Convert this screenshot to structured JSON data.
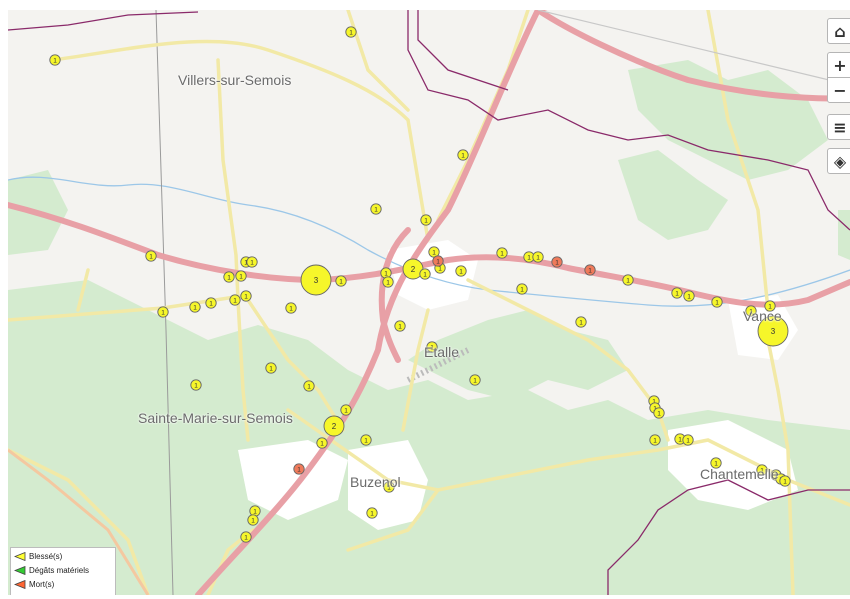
{
  "places": {
    "villers": "Villers-sur-Semois",
    "etalle": "Etalle",
    "sainte_marie": "Sainte-Marie-sur-Semois",
    "buzenol": "Buzenol",
    "chantemelle": "Chantemelle",
    "vance": "Vance"
  },
  "controls": {
    "home": "⌂",
    "zoom_in": "+",
    "zoom_out": "−",
    "legend": "≡",
    "layers": "◈"
  },
  "legend": {
    "items": [
      {
        "label": "Blessé(s)",
        "color": "#ffff33"
      },
      {
        "label": "Dégâts matériels",
        "color": "#33cc33"
      },
      {
        "label": "Mort(s)",
        "color": "#ff6633"
      }
    ]
  },
  "markers": {
    "colors": {
      "injured": "#f6f62a",
      "death": "#f07a5a",
      "stroke": "#666666"
    },
    "labels": [
      "1",
      "2",
      "3"
    ]
  }
}
